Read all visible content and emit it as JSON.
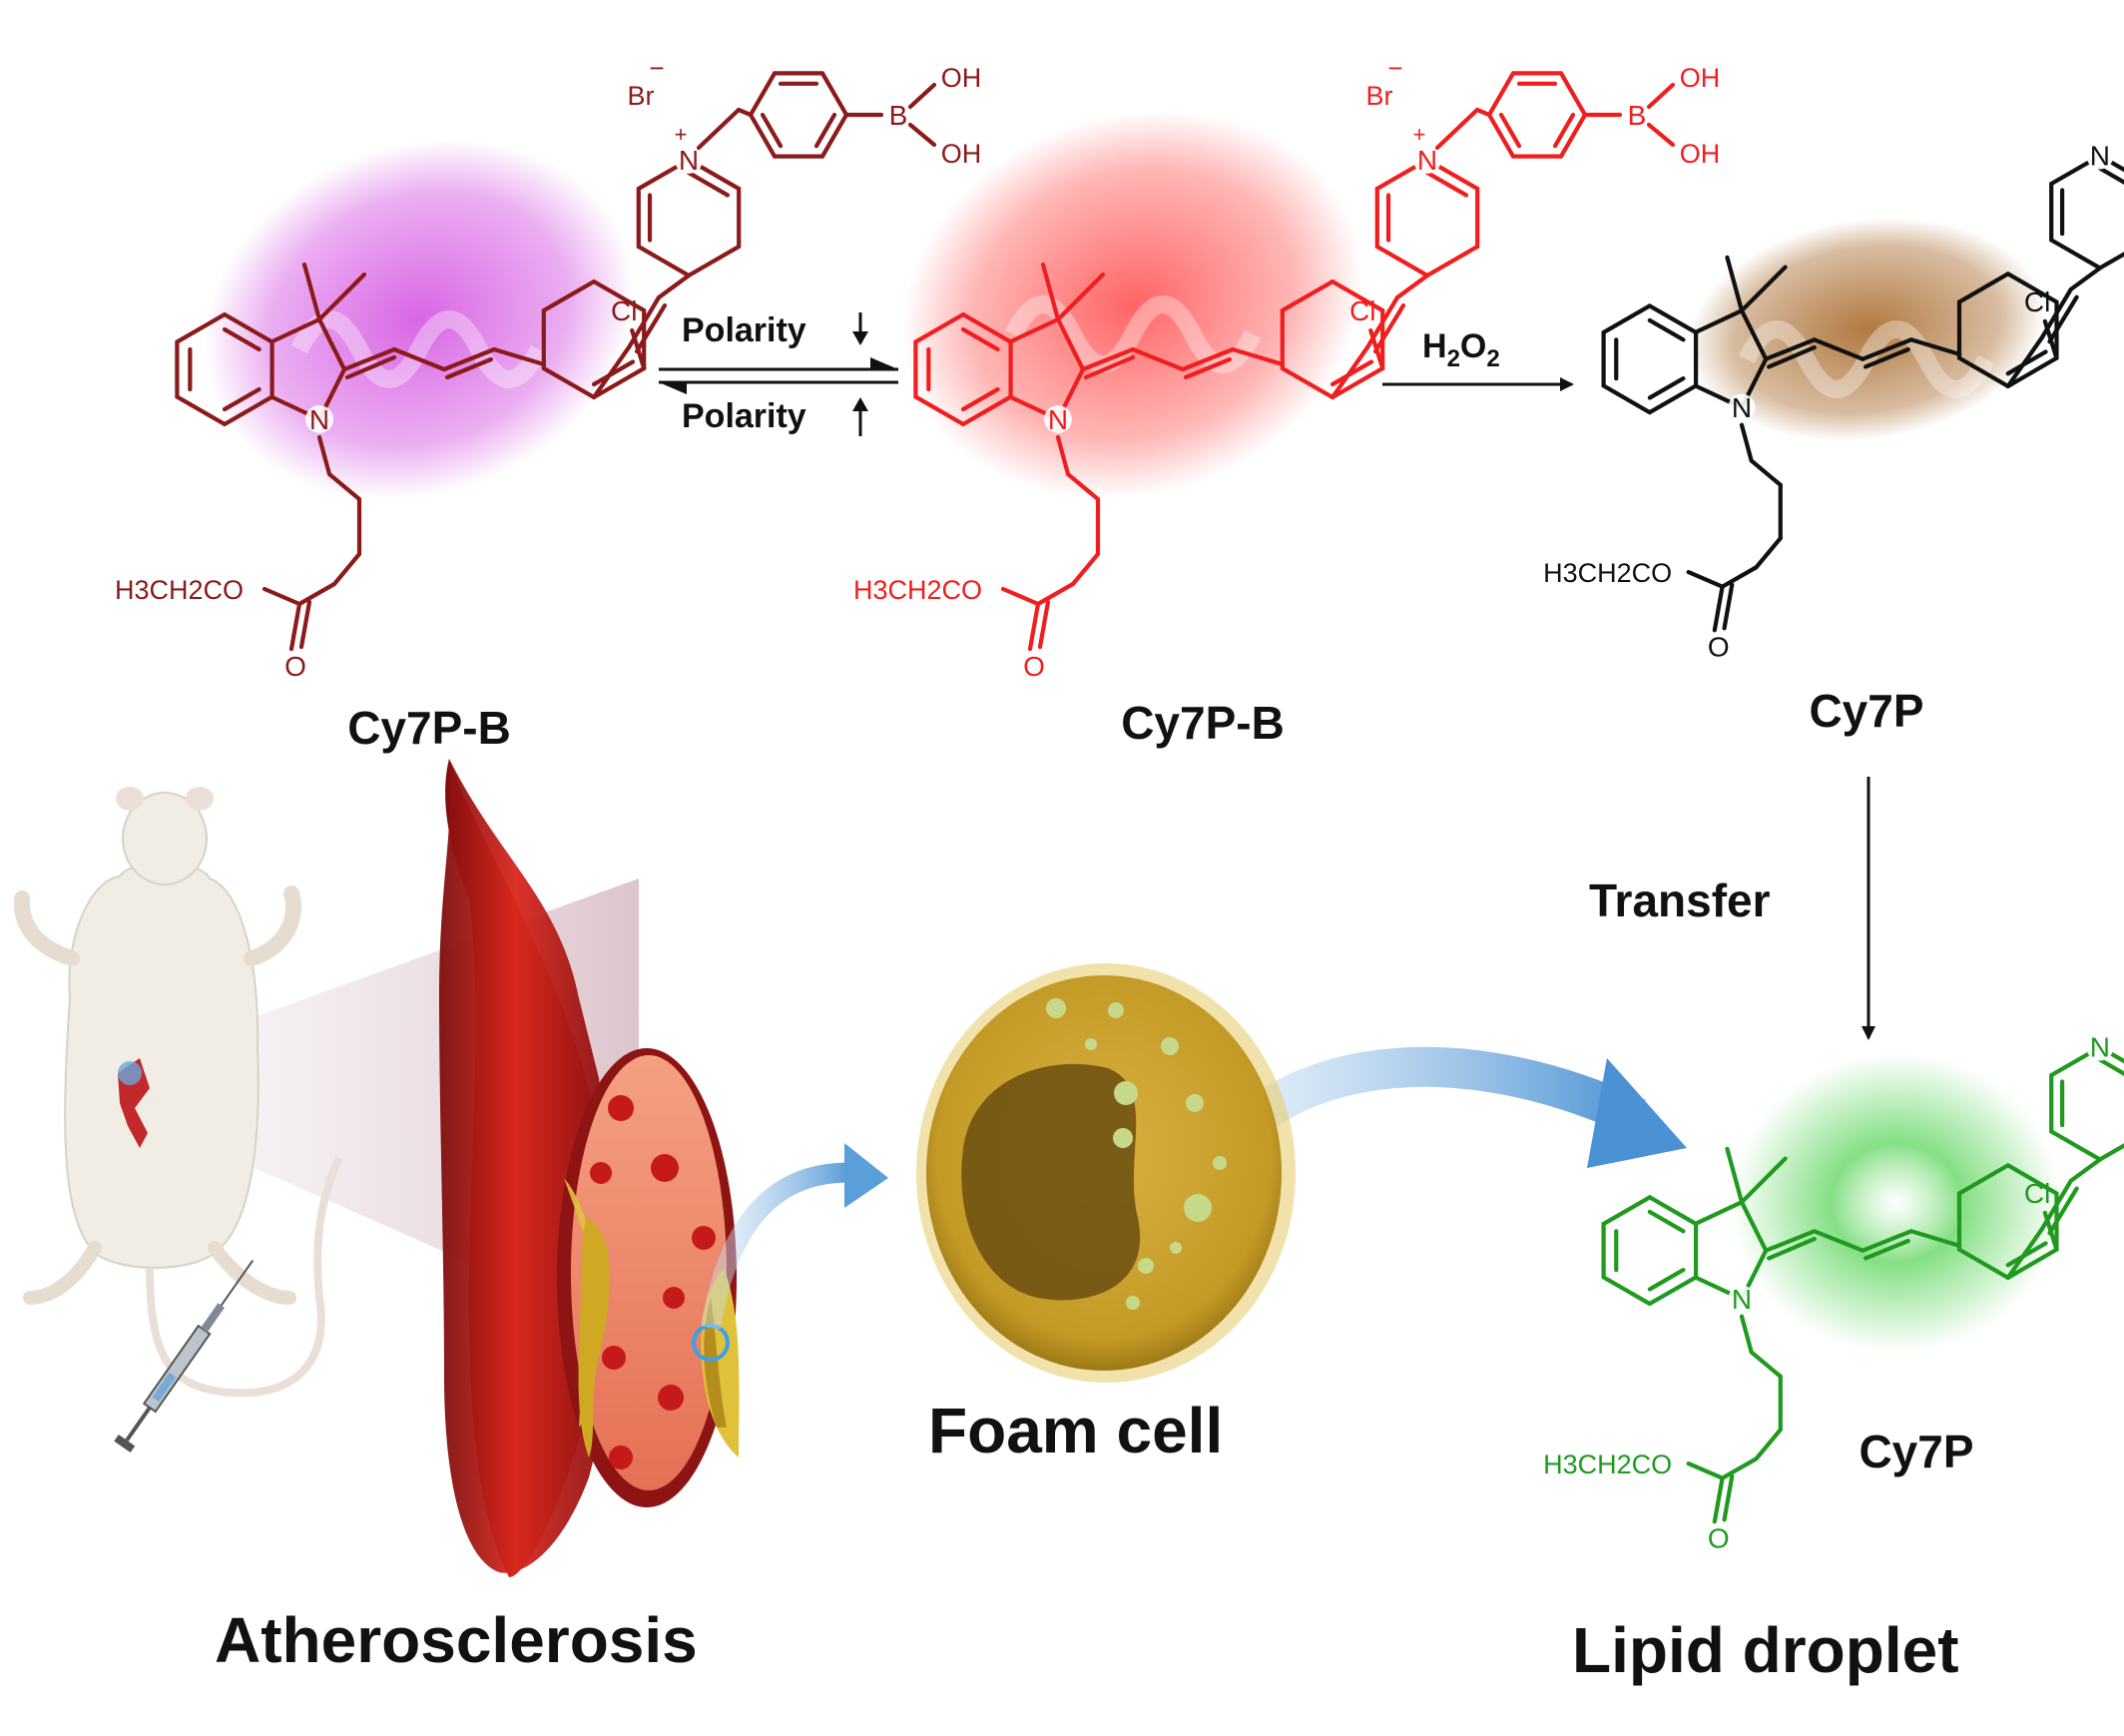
{
  "molecules": [
    {
      "label": "Cy7P-B",
      "color": "#8b1a1a",
      "glow": "#d24be0",
      "boronic": true,
      "atoms": {
        "cl": "Cl",
        "n": "N",
        "counterion": "Br",
        "minus": "−",
        "plus": "+",
        "b": "B",
        "oh1": "OH",
        "oh2": "OH",
        "ester": "H3CH2CO",
        "o": "O"
      }
    },
    {
      "label": "Cy7P-B",
      "color": "#f01e1e",
      "glow": "#ff4a4a",
      "boronic": true,
      "atoms": {
        "cl": "Cl",
        "n": "N",
        "counterion": "Br",
        "minus": "−",
        "plus": "+",
        "b": "B",
        "oh1": "OH",
        "oh2": "OH",
        "ester": "H3CH2CO",
        "o": "O"
      }
    },
    {
      "label": "Cy7P",
      "color": "#111111",
      "glow": "#a86a2c",
      "boronic": false,
      "atoms": {
        "cl": "Cl",
        "n": "N",
        "pyN": "N",
        "ester": "H3CH2CO",
        "o": "O"
      }
    },
    {
      "label": "Cy7P",
      "color": "#1f9a1f",
      "glow": "#66d766",
      "boronic": false,
      "atoms": {
        "cl": "Cl",
        "n": "N",
        "pyN": "N",
        "ester": "H3CH2CO",
        "o": "O"
      }
    }
  ],
  "arrows": {
    "polarity_up": "Polarity",
    "polarity_down": "Polarity",
    "h2o2": "H2O2",
    "transfer": "Transfer"
  },
  "labels": {
    "atherosclerosis": "Atherosclerosis",
    "foam_cell": "Foam cell",
    "lipid_droplet": "Lipid droplet"
  },
  "colors": {
    "vessel": "#c8201c",
    "plaque": "#e0c23a",
    "foam_cell": "#c9a030",
    "nucleus": "#7a5a1a",
    "blue_arrow": "#5b9fd8"
  }
}
